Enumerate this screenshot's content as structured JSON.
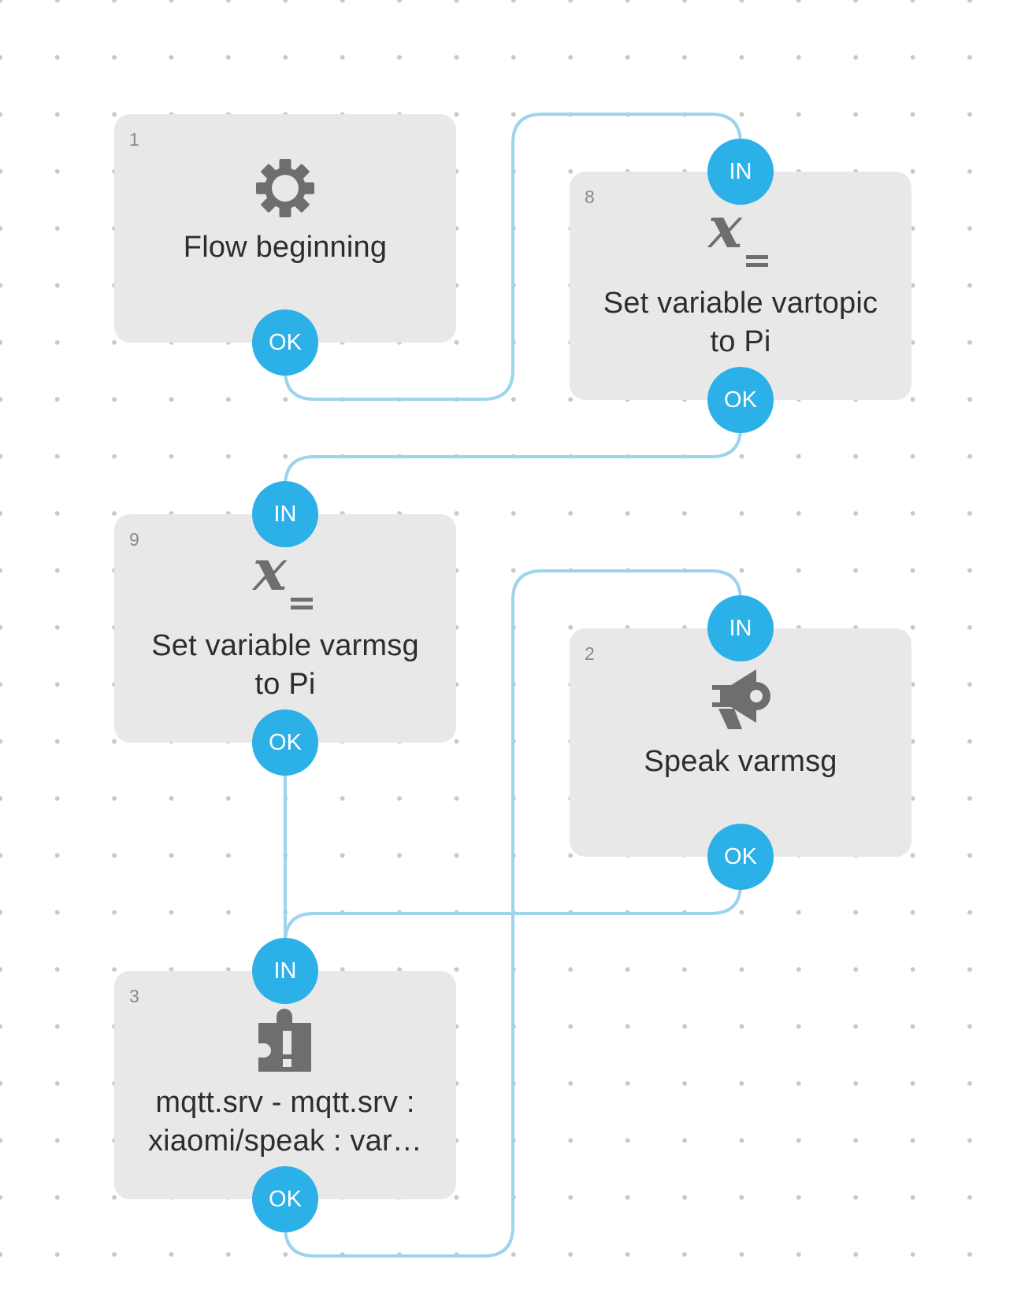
{
  "diagram": {
    "colors": {
      "port": "#2cb0e8",
      "connector": "#9dd4ec",
      "node_bg": "#e8e8e8",
      "label": "#2d2d2d",
      "icon": "#6e6e6e",
      "number": "#8a8a8a"
    },
    "nodes": {
      "flow_beginning": {
        "number": "1",
        "icon": "gear-icon",
        "label": "Flow beginning",
        "ok": "OK"
      },
      "set_vartopic": {
        "number": "8",
        "icon": "set-variable-icon",
        "label_line1": "Set variable vartopic",
        "label_line2": "to Pi",
        "in": "IN",
        "ok": "OK"
      },
      "set_varmsg": {
        "number": "9",
        "icon": "set-variable-icon",
        "label_line1": "Set variable varmsg",
        "label_line2": "to Pi",
        "in": "IN",
        "ok": "OK"
      },
      "speak": {
        "number": "2",
        "icon": "megaphone-icon",
        "label": "Speak varmsg",
        "in": "IN",
        "ok": "OK"
      },
      "mqtt": {
        "number": "3",
        "icon": "plugin-alert-icon",
        "label_line1": "mqtt.srv - mqtt.srv :",
        "label_line2": "xiaomi/speak : var…",
        "in": "IN",
        "ok": "OK"
      }
    },
    "connections": [
      {
        "from": "1",
        "to": "8"
      },
      {
        "from": "8",
        "to": "9"
      },
      {
        "from": "9",
        "to": "3"
      },
      {
        "from": "2",
        "to": "3"
      },
      {
        "from": "3",
        "to": "2"
      }
    ]
  }
}
